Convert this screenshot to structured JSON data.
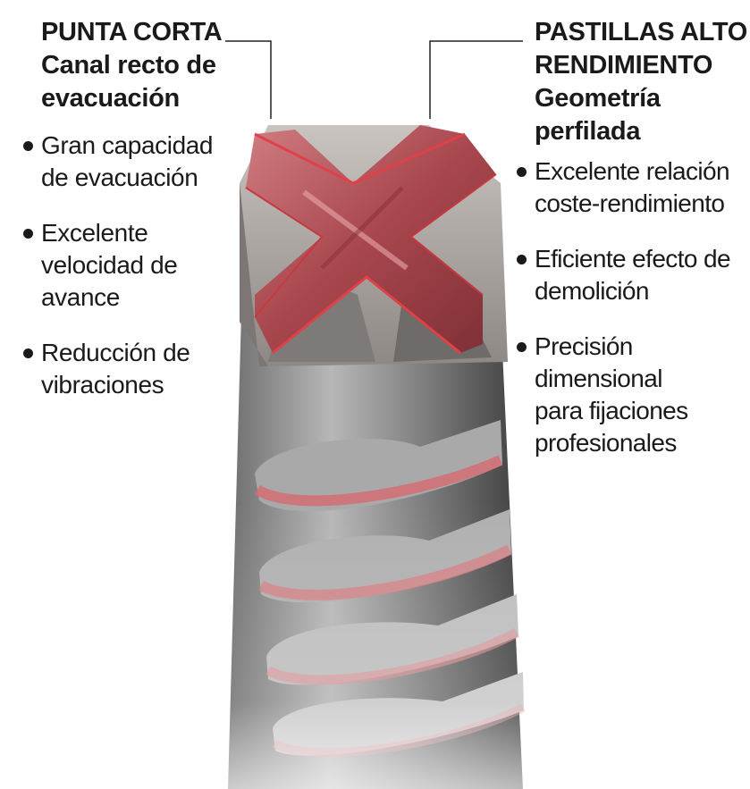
{
  "left_callout": {
    "title": "PUNTA CORTA",
    "subtitle_line1": "Canal recto de",
    "subtitle_line2": "evacuación",
    "bullets": [
      "Gran capacidad\nde evacuación",
      "Excelente\nvelocidad de\navance",
      "Reducción de\nvibraciones"
    ]
  },
  "right_callout": {
    "title_line1": "PASTILLAS ALTO",
    "title_line2": "RENDIMIENTO",
    "subtitle_line1": "Geometría",
    "subtitle_line2": "perfilada",
    "bullets": [
      "Excelente relación\ncoste-rendimiento",
      "Eficiente efecto de\ndemolición",
      "Precisión\ndimensional\npara fijaciones\nprofesionales"
    ]
  },
  "colors": {
    "carbide_red": "#b8545a",
    "steel_gray": "#9c9c9c",
    "text": "#1a1a1a"
  },
  "icons": [
    "bullet-dot",
    "drill-bit-illustration"
  ]
}
